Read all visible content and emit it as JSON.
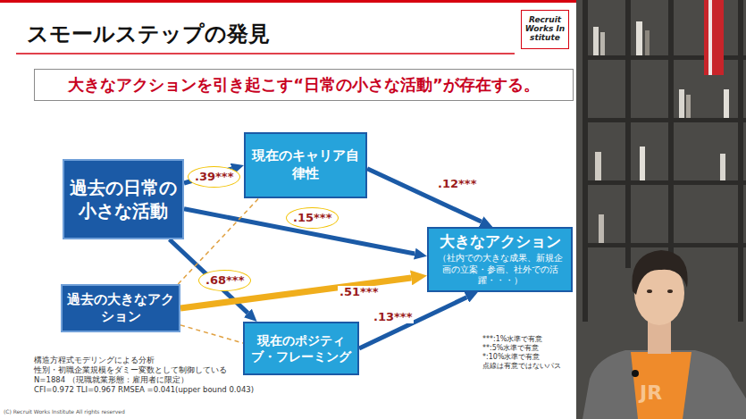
{
  "diagram": {
    "title": "スモールステップの発見",
    "nodes": [
      {
        "text": [
          "Recruit Works Institute"
        ]
      },
      {
        "text": [
          "大きなアクションを引き起こす“日常の小さな活動”が存在する。"
        ]
      },
      {
        "text": [
          "過去の日常の小さな活動"
        ]
      },
      {
        "text": [
          "現在のキャリア自律性"
        ]
      },
      {
        "text": [
          "大きなアクション",
          "（社内での大きな成果、新規企画の立案・参画、社外での活躍・・・）"
        ]
      },
      {
        "text": [
          "過去の大きなアクション"
        ]
      },
      {
        "text": [
          "現在のポジティブ・フレーミング"
        ]
      }
    ],
    "edges": [
      {
        "from": 2,
        "to": 3,
        "label": ".39***",
        "arrow": "to"
      },
      {
        "from": 2,
        "to": 4,
        "label": ".15***",
        "arrow": "to"
      },
      {
        "from": 2,
        "to": 6,
        "label": ".68***",
        "arrow": "to"
      },
      {
        "from": 5,
        "to": 4,
        "label": ".51***",
        "arrow": "to"
      },
      {
        "from": 5,
        "to": 3,
        "arrow": "none"
      },
      {
        "from": 5,
        "to": 6,
        "arrow": "none"
      },
      {
        "from": 3,
        "to": 4,
        "label": ".12***",
        "arrow": "to"
      },
      {
        "from": 6,
        "to": 4,
        "label": ".13***",
        "arrow": "to"
      }
    ],
    "labels": [
      "構造方程式モデリングによる分析",
      "性別・初職企業規模をダミー変数として制御している",
      "N=1884 （現職就業形態：雇用者に限定）",
      "CFI=0.972 TLI=0.967 RMSEA =0.041(upper bound 0.043)",
      "***:1%水準で有意",
      "**:5%水準で有意",
      "*:10%水準で有意",
      "点線は有意ではないパス",
      "(C) Recruit Works Institute All rights reserved",
      "JR"
    ]
  }
}
